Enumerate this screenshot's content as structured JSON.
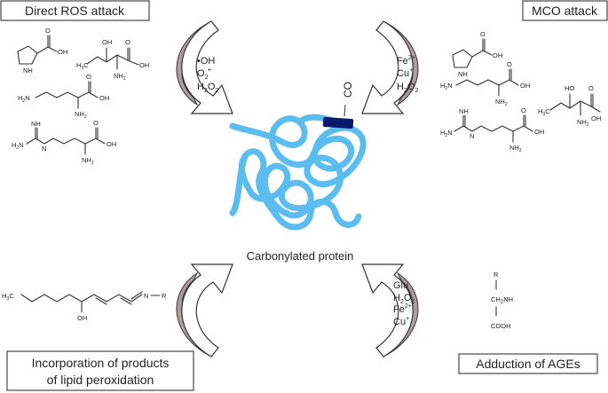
{
  "colors": {
    "protein": "#5bbcf0",
    "carbonyl": "#0a1a6b",
    "arrow_shadow": "#b09c9e",
    "arrow_fill": "#ffffff",
    "ink": "#222222"
  },
  "boxes": {
    "direct_ros": "Direct ROS attack",
    "mco": "MCO attack",
    "lipid_line1": "Incorporation of products",
    "lipid_line2": "of lipid peroxidation",
    "ages": "Adduction of AGEs"
  },
  "center": {
    "protein_label": "Carbonylated protein",
    "carbonyl_label": "CO"
  },
  "reagents": {
    "ros": {
      "oh": "•OH",
      "o2": "O",
      "o2_sub": "2",
      "o2_sup": "•-",
      "h2o2": "H",
      "h2o2_sub": "2",
      "h2o2_o": "O",
      "h2o2_sub2": "2"
    },
    "mco": {
      "fe": "Fe",
      "fe_sup": "2+",
      "cu": "Cu",
      "cu_sup": "+",
      "h2o2": "H",
      "h2o2_sub": "2",
      "h2o2_o": "O",
      "h2o2_sub2": "2"
    },
    "ages": {
      "glu": "Glu",
      "h2o2": "H",
      "h2o2_sub": "2",
      "h2o2_o": "O",
      "h2o2_sub2": "2",
      "fe": "Fe",
      "fe_sup": "2+",
      "cu": "Cu",
      "cu_sup": "+"
    }
  },
  "molecule_labels": {
    "nh": "NH",
    "oh": "OH",
    "h2n": "H",
    "h2n_sub": "2",
    "h2n_n": "N",
    "nh2": "NH",
    "nh2_sub": "2",
    "o": "O",
    "ho": "HO",
    "h3c": "H",
    "h3c_sub": "3",
    "h3c_c": "C",
    "n": "N",
    "r": "R",
    "ch2nh": "CH",
    "ch2nh_sub": "2",
    "ch2nh_nh": "NH",
    "cooh": "COOH"
  }
}
